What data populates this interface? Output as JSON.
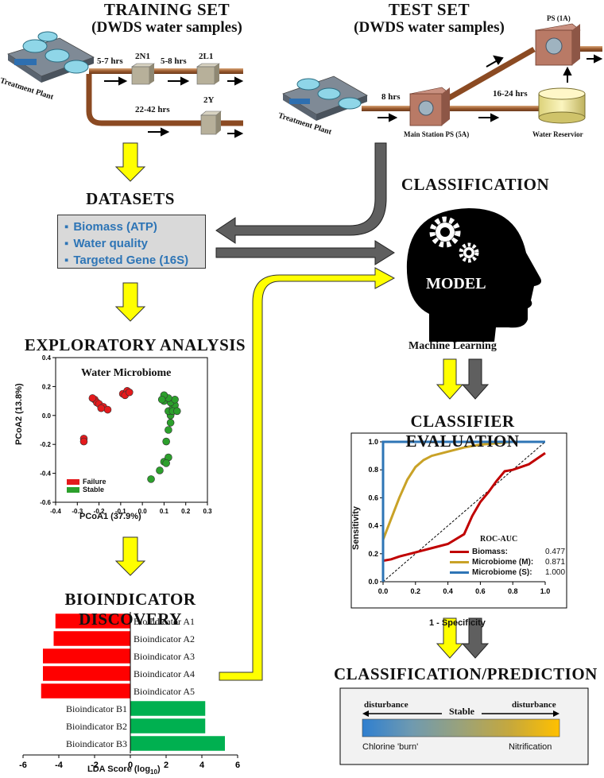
{
  "training": {
    "title": "TRAINING SET",
    "subtitle": "(DWDS water samples)",
    "plant_label": "Treatment Plant",
    "t1": "5-7 hrs",
    "n1": "2N1",
    "t2": "5-8 hrs",
    "n2": "2L1",
    "t3": "22-42 hrs",
    "n3": "2Y"
  },
  "test": {
    "title": "TEST SET",
    "subtitle": "(DWDS water samples)",
    "plant_label": "Treatment Plant",
    "t1": "8 hrs",
    "main_station": "Main Station PS (5A)",
    "t2": "16-24 hrs",
    "ps1": "PS (1A)",
    "reservoir": "Water Reservior"
  },
  "datasets": {
    "title": "DATASETS",
    "items": [
      "Biomass (ATP)",
      "Water quality",
      "Targeted Gene (16S)"
    ]
  },
  "classification": {
    "title": "CLASSIFICATION",
    "model_label": "MODEL",
    "ml_label": "Machine Learning"
  },
  "exploratory": {
    "title": "EXPLORATORY ANALYSIS"
  },
  "pcoa": {
    "chart_data": {
      "type": "scatter",
      "title": "Water Microbiome",
      "xlabel": "PCoA1 (37.9%)",
      "ylabel": "PCoA2 (13.8%)",
      "xlim": [
        -0.4,
        0.3
      ],
      "ylim": [
        -0.6,
        0.4
      ],
      "xticks": [
        "-0.4",
        "-0.3",
        "-0.2",
        "-0.1",
        "0.0",
        "0.1",
        "0.2",
        "0.3"
      ],
      "yticks": [
        "0.4",
        "0.2",
        "0.0",
        "-0.2",
        "-0.4",
        "-0.6"
      ],
      "legend": "bottom-left",
      "series": [
        {
          "name": "Failure",
          "color": "#e41a1c",
          "points": [
            [
              -0.27,
              -0.16
            ],
            [
              -0.27,
              -0.18
            ],
            [
              -0.22,
              0.11
            ],
            [
              -0.21,
              0.09
            ],
            [
              -0.23,
              0.12
            ],
            [
              -0.2,
              0.08
            ],
            [
              -0.18,
              0.06
            ],
            [
              -0.16,
              0.04
            ],
            [
              -0.19,
              0.05
            ],
            [
              -0.09,
              0.15
            ],
            [
              -0.07,
              0.17
            ],
            [
              -0.08,
              0.14
            ],
            [
              -0.06,
              0.16
            ]
          ]
        },
        {
          "name": "Stable",
          "color": "#2ca02c",
          "points": [
            [
              0.04,
              -0.44
            ],
            [
              0.08,
              -0.38
            ],
            [
              0.1,
              -0.32
            ],
            [
              0.12,
              -0.29
            ],
            [
              0.11,
              -0.33
            ],
            [
              0.11,
              -0.18
            ],
            [
              0.12,
              -0.1
            ],
            [
              0.13,
              -0.05
            ],
            [
              0.13,
              0.0
            ],
            [
              0.12,
              0.03
            ],
            [
              0.14,
              0.05
            ],
            [
              0.15,
              0.07
            ],
            [
              0.13,
              0.09
            ],
            [
              0.15,
              0.11
            ],
            [
              0.1,
              0.1
            ],
            [
              0.12,
              0.12
            ],
            [
              0.1,
              0.14
            ],
            [
              0.14,
              0.03
            ],
            [
              0.09,
              0.11
            ],
            [
              0.16,
              0.03
            ]
          ]
        }
      ]
    }
  },
  "bioindicator": {
    "title": "BIOINDICATOR DISCOVERY",
    "chart_data": {
      "type": "bar",
      "orientation": "horizontal",
      "xlabel": "LDA Score (log10)",
      "xlim": [
        -6,
        6
      ],
      "xticks": [
        "-6",
        "-4",
        "-2",
        "0",
        "2",
        "4",
        "6"
      ],
      "categories": [
        "Bioindicator A1",
        "Bioindicator A2",
        "Bioindicator A3",
        "Bioindicator A4",
        "Bioindicator A5",
        "Bioindicator B1",
        "Bioindicator B2",
        "Bioindicator B3"
      ],
      "values": [
        -4.2,
        -4.3,
        -4.9,
        -4.9,
        -5.0,
        4.2,
        4.2,
        5.3
      ],
      "colors": [
        "#ff0000",
        "#ff0000",
        "#ff0000",
        "#ff0000",
        "#ff0000",
        "#00b050",
        "#00b050",
        "#00b050"
      ]
    }
  },
  "evaluation": {
    "title": "CLASSIFIER EVALUATION",
    "chart_data": {
      "type": "line",
      "xlabel": "1 - Specificity",
      "ylabel": "Sensitivity",
      "xlim": [
        0,
        1.0
      ],
      "ylim": [
        0,
        1.0
      ],
      "xticks": [
        "0.0",
        "0.2",
        "0.4",
        "0.6",
        "0.8",
        "1.0"
      ],
      "yticks": [
        "0.0",
        "0.2",
        "0.4",
        "0.6",
        "0.8",
        "1.0"
      ],
      "legend_title": "ROC-AUC",
      "series": [
        {
          "name": "Biomass:",
          "auc": "0.477",
          "color": "#c00000",
          "x": [
            0,
            0.05,
            0.1,
            0.2,
            0.3,
            0.4,
            0.5,
            0.55,
            0.6,
            0.65,
            0.7,
            0.75,
            0.8,
            0.85,
            0.9,
            0.95,
            1.0
          ],
          "y": [
            0.15,
            0.16,
            0.18,
            0.21,
            0.24,
            0.27,
            0.34,
            0.47,
            0.57,
            0.64,
            0.72,
            0.79,
            0.8,
            0.82,
            0.84,
            0.88,
            0.92
          ]
        },
        {
          "name": "Microbiome (M):",
          "auc": "0.871",
          "color": "#c9a227",
          "x": [
            0,
            0.02,
            0.05,
            0.1,
            0.15,
            0.2,
            0.25,
            0.3,
            0.4,
            0.5,
            0.6,
            0.7,
            0.8,
            0.9,
            1.0
          ],
          "y": [
            0.3,
            0.36,
            0.45,
            0.6,
            0.73,
            0.82,
            0.87,
            0.9,
            0.93,
            0.96,
            0.98,
            0.99,
            1.0,
            1.0,
            1.0
          ]
        },
        {
          "name": "Microbiome (S):",
          "auc": "1.000",
          "color": "#2e75b6",
          "x": [
            0,
            0,
            1.0
          ],
          "y": [
            0,
            1.0,
            1.0
          ]
        }
      ]
    }
  },
  "prediction": {
    "title": "CLASSIFICATION/PREDICTION",
    "left_top": "disturbance",
    "center": "Stable",
    "right_top": "disturbance",
    "left_bottom": "Chlorine 'burn'",
    "right_bottom": "Nitrification"
  },
  "colors": {
    "yellow_arrow": "#ffff00",
    "gray_arrow": "#5f5f5f",
    "pipe": "#a0522d"
  }
}
